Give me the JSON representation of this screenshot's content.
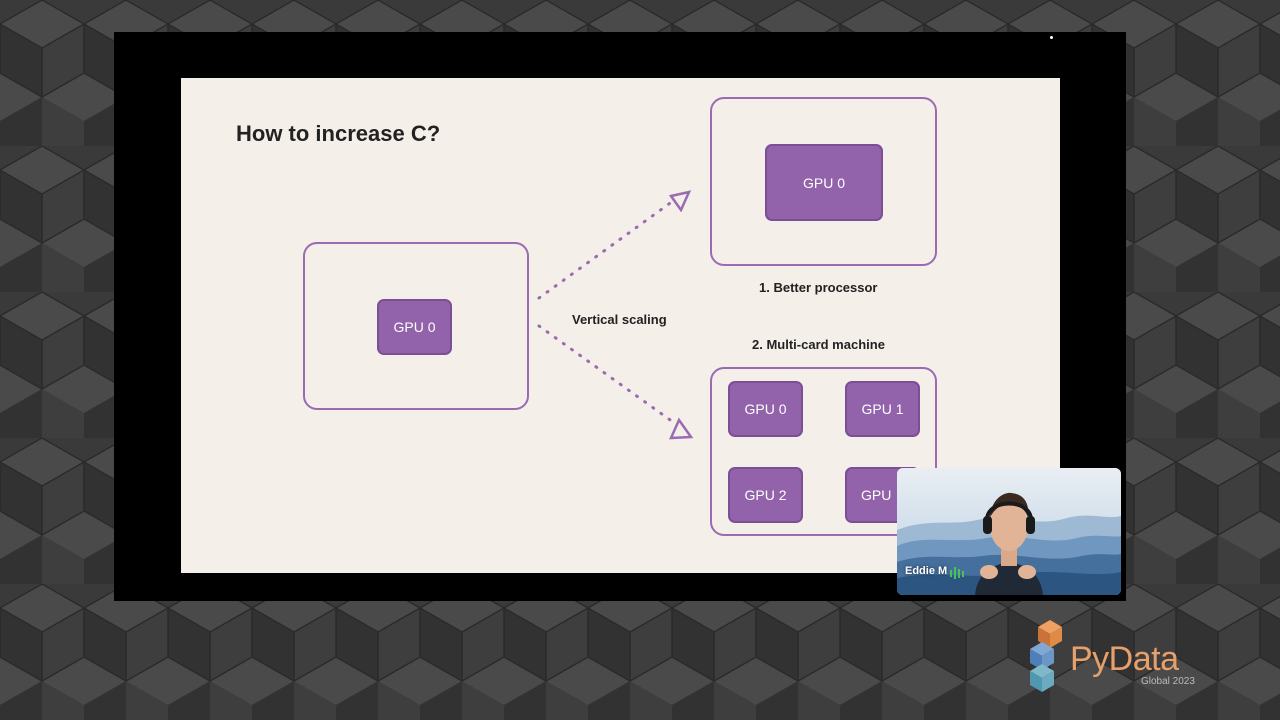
{
  "slide": {
    "title": "How to increase C?",
    "source_machine": {
      "gpu_label": "GPU 0"
    },
    "arrow_label": "Vertical scaling",
    "option_1": {
      "caption": "1.   Better processor",
      "gpu_label": "GPU 0"
    },
    "option_2": {
      "caption": "2. Multi-card machine",
      "gpus": [
        "GPU 0",
        "GPU 1",
        "GPU 2",
        "GPU"
      ]
    }
  },
  "webcam": {
    "speaker_name": "Eddie M"
  },
  "branding": {
    "logo_text": "PyData",
    "logo_subtext": "Global 2023"
  },
  "colors": {
    "gpu_fill": "#9263ab",
    "machine_border": "#9a6bb2",
    "slide_background": "#f4efe9",
    "logo_accent": "#e8a06a"
  }
}
